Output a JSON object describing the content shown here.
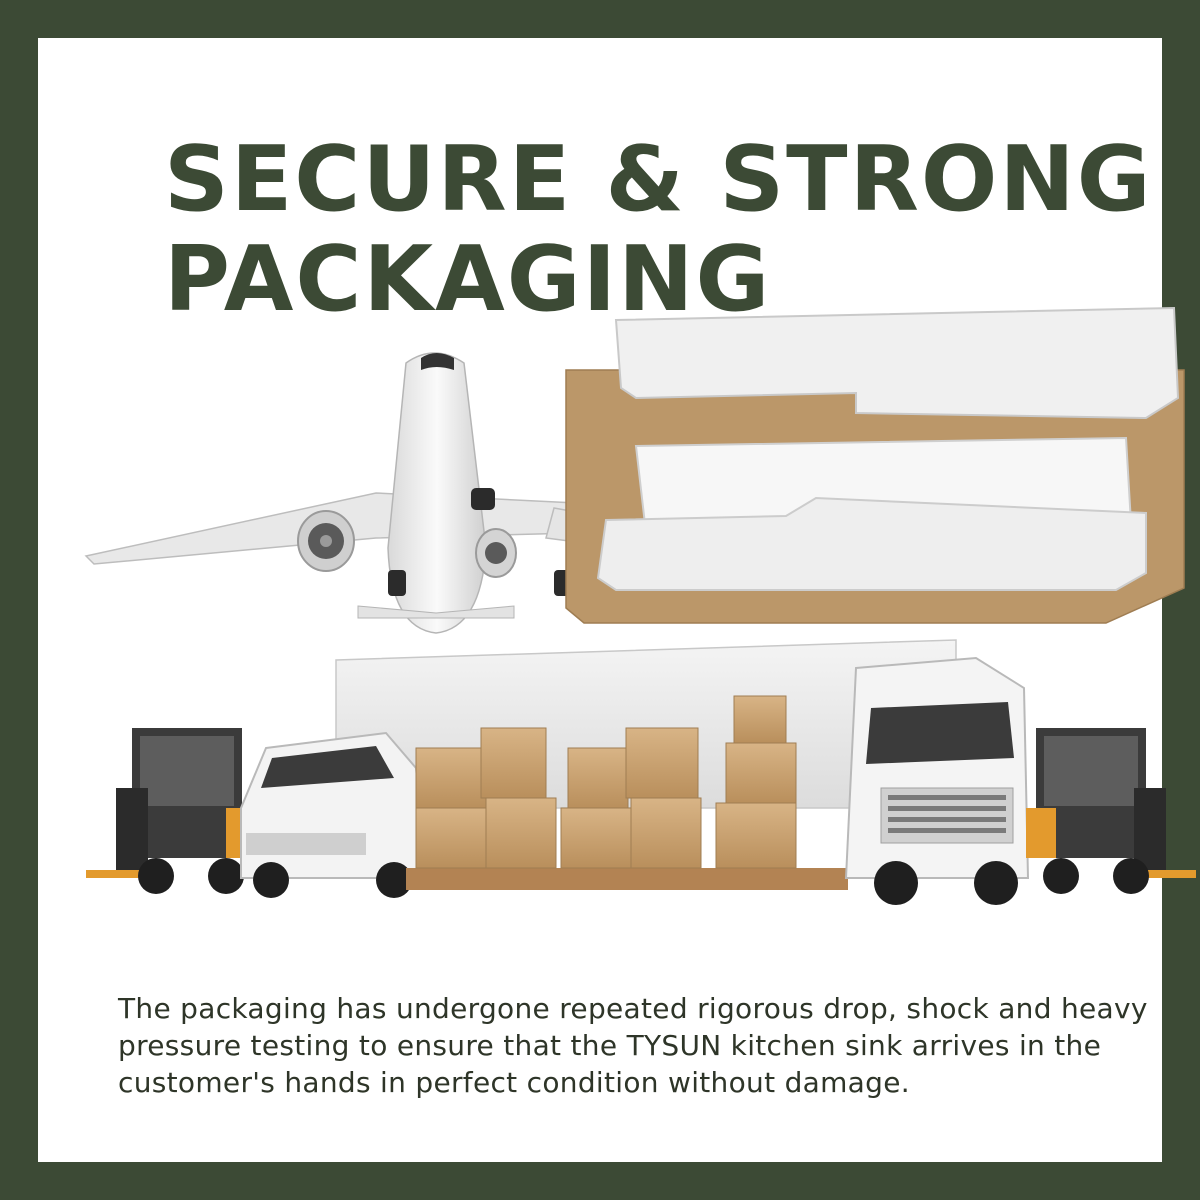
{
  "headline": {
    "line1": "SECURE & STRONG",
    "line2": "PACKAGING"
  },
  "description": "The packaging has undergone repeated rigorous drop, shock and heavy pressure testing to ensure that the TYSUN kitchen sink arrives in the customer's hands in perfect condition without damage.",
  "colors": {
    "frame": "#3c4a35",
    "headline_text": "#3c4a35",
    "body_text": "#2e3528",
    "cardboard": "#c09a6b",
    "foam": "#f1f1f1",
    "forklift_orange": "#e39a2d"
  },
  "illustration": {
    "items": [
      "airplane-icon",
      "foam-box-icon",
      "forklift-icon",
      "van-icon",
      "pallet-boxes-icon",
      "truck-icon"
    ]
  }
}
